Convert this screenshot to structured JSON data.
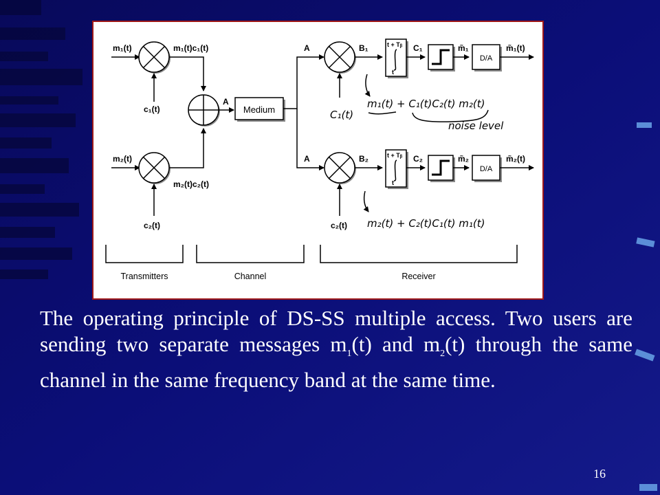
{
  "caption": {
    "part1": "The operating principle of DS-SS multiple access. Two users are sending two separate messages m",
    "sub1": "1",
    "part2": "(t)  and m",
    "sub2": "2",
    "part3": "(t) through the same channel in the same frequency band at the same time."
  },
  "slide_number": "16",
  "diagram": {
    "upper": {
      "input": "m₁(t)",
      "product": "m₁(t)c₁(t)",
      "code": "c₁(t)",
      "receiver_input": "A",
      "receiver_code": "C₁(t)",
      "mixer_output": "B₁",
      "integrator_upper": "t + Tᵦ",
      "integrator_lower": "t",
      "integrator_output": "C₁",
      "decision_output": "m̃₁",
      "dac": "D/A",
      "output": "m̃₁(t)"
    },
    "lower": {
      "input": "m₂(t)",
      "product": "m₂(t)c₂(t)",
      "code": "c₂(t)",
      "receiver_input": "A",
      "receiver_code": "c₂(t)",
      "mixer_output": "B₂",
      "integrator_upper": "t + Tᵦ",
      "integrator_lower": "t",
      "integrator_output": "C₂",
      "decision_output": "m̃₂",
      "dac": "D/A",
      "output": "m̃₂(t)"
    },
    "summer_output": "A",
    "medium": "Medium",
    "sections": [
      "Transmitters",
      "Channel",
      "Receiver"
    ],
    "annotations": {
      "upper_signal": "m₁(t) + C₁(t)C₂(t) m₂(t)",
      "upper_note": "noise level",
      "lower_signal": "m₂(t) + C₂(t)C₁(t) m₁(t)"
    }
  }
}
